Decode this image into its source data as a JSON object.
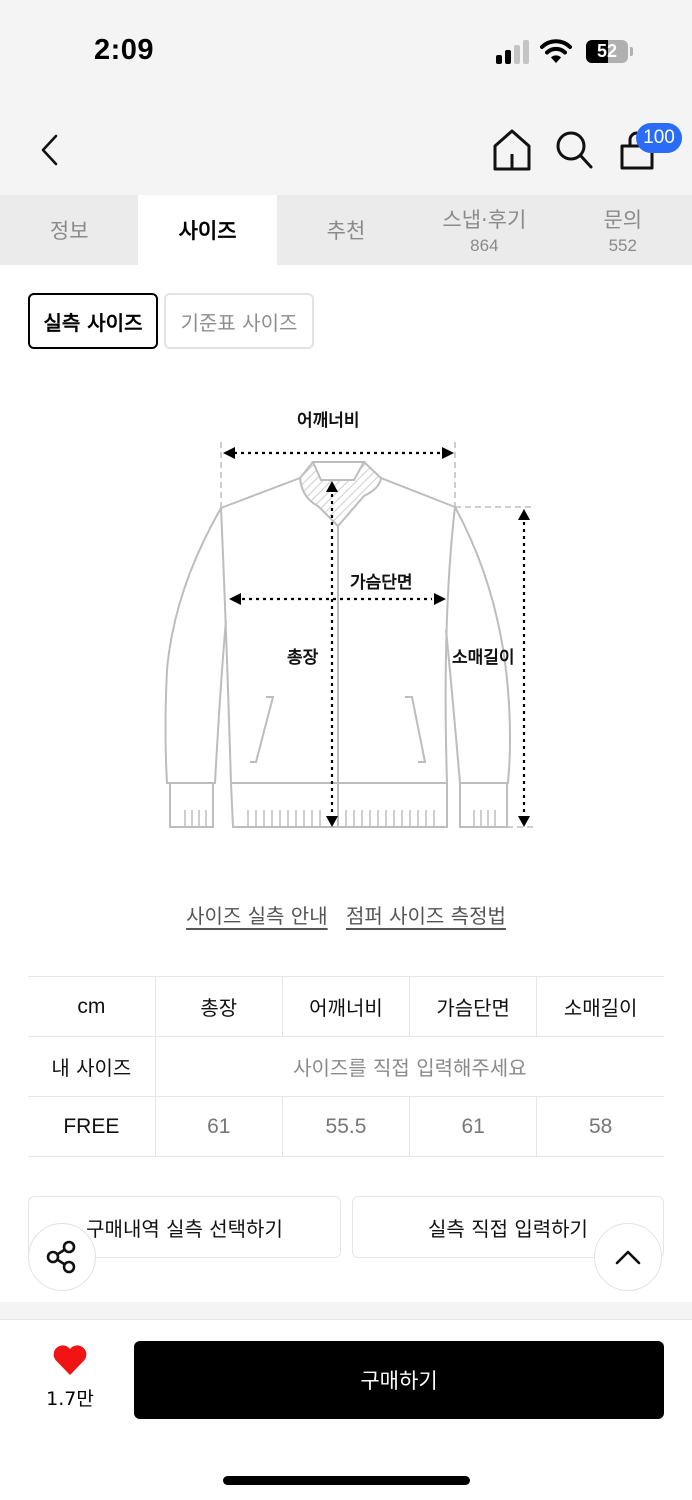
{
  "status_bar": {
    "time": "2:09",
    "battery_level": "52",
    "signal_bars_active": 2,
    "signal_bars_total": 4
  },
  "nav": {
    "back_icon": "chevron-left-icon",
    "home_icon": "home-icon",
    "search_icon": "search-icon",
    "cart_icon": "shopping-bag-icon",
    "cart_badge": "100",
    "badge_color": "#2a6cf6"
  },
  "tabs": [
    {
      "label": "정보",
      "count": null,
      "active": false
    },
    {
      "label": "사이즈",
      "count": null,
      "active": true
    },
    {
      "label": "추천",
      "count": null,
      "active": false
    },
    {
      "label": "스냅·후기",
      "count": "864",
      "active": false
    },
    {
      "label": "문의",
      "count": "552",
      "active": false
    }
  ],
  "size_mode": {
    "actual": "실측 사이즈",
    "standard": "기준표 사이즈",
    "selected": "actual"
  },
  "diagram": {
    "labels": {
      "shoulder": "어깨너비",
      "chest": "가슴단면",
      "length": "총장",
      "sleeve": "소매길이"
    }
  },
  "links": {
    "guide": "사이즈 실측 안내",
    "method": "점퍼 사이즈 측정법"
  },
  "table": {
    "unit": "cm",
    "columns": [
      "총장",
      "어깨너비",
      "가슴단면",
      "소매길이"
    ],
    "my_size_label": "내 사이즈",
    "my_size_placeholder": "사이즈를 직접 입력해주세요",
    "rows": [
      {
        "size": "FREE",
        "values": [
          "61",
          "55.5",
          "61",
          "58"
        ]
      }
    ]
  },
  "actions": {
    "history_select": "구매내역 실측 선택하기",
    "direct_input": "실측 직접 입력하기"
  },
  "fabs": {
    "share_icon": "share-icon",
    "top_icon": "chevron-up-icon"
  },
  "bottom_bar": {
    "like_icon": "heart-icon",
    "like_color": "#f01414",
    "like_count": "1.7만",
    "buy_label": "구매하기"
  }
}
